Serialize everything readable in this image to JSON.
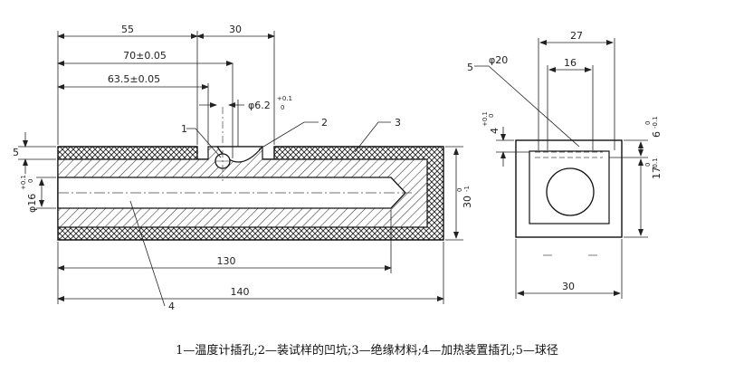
{
  "dimensions": {
    "d55": "55",
    "d30_top": "30",
    "d70": "70±0.05",
    "d63_5": "63.5±0.05",
    "d6_2": "φ6.2",
    "d6_2_tol_upper": "+0.1",
    "d6_2_tol_lower": "0",
    "d5": "5",
    "d16_bore": "φ16",
    "d16_bore_tol_upper": "+0.1",
    "d16_bore_tol_lower": "0",
    "d30_side": "30",
    "d30_side_tol_upper": "0",
    "d30_side_tol_lower": "-1",
    "d130": "130",
    "d140": "140",
    "d27": "27",
    "d16_top": "16",
    "d20": "φ20",
    "d4": "4",
    "d4_tol_upper": "+0.1",
    "d4_tol_lower": "0",
    "d6": "6",
    "d6_tol_upper": "0",
    "d6_tol_lower": "-0.1",
    "d17": "17",
    "d17_tol_upper": "0",
    "d17_tol_lower": "-0.1",
    "d30_bottom": "30"
  },
  "labels": {
    "l1": "1",
    "l2": "2",
    "l3": "3",
    "l4": "4",
    "l5": "5"
  },
  "caption": "1—温度计插孔;2—装试样的凹坑;3—绝缘材料;4—加热装置插孔;5—球径"
}
